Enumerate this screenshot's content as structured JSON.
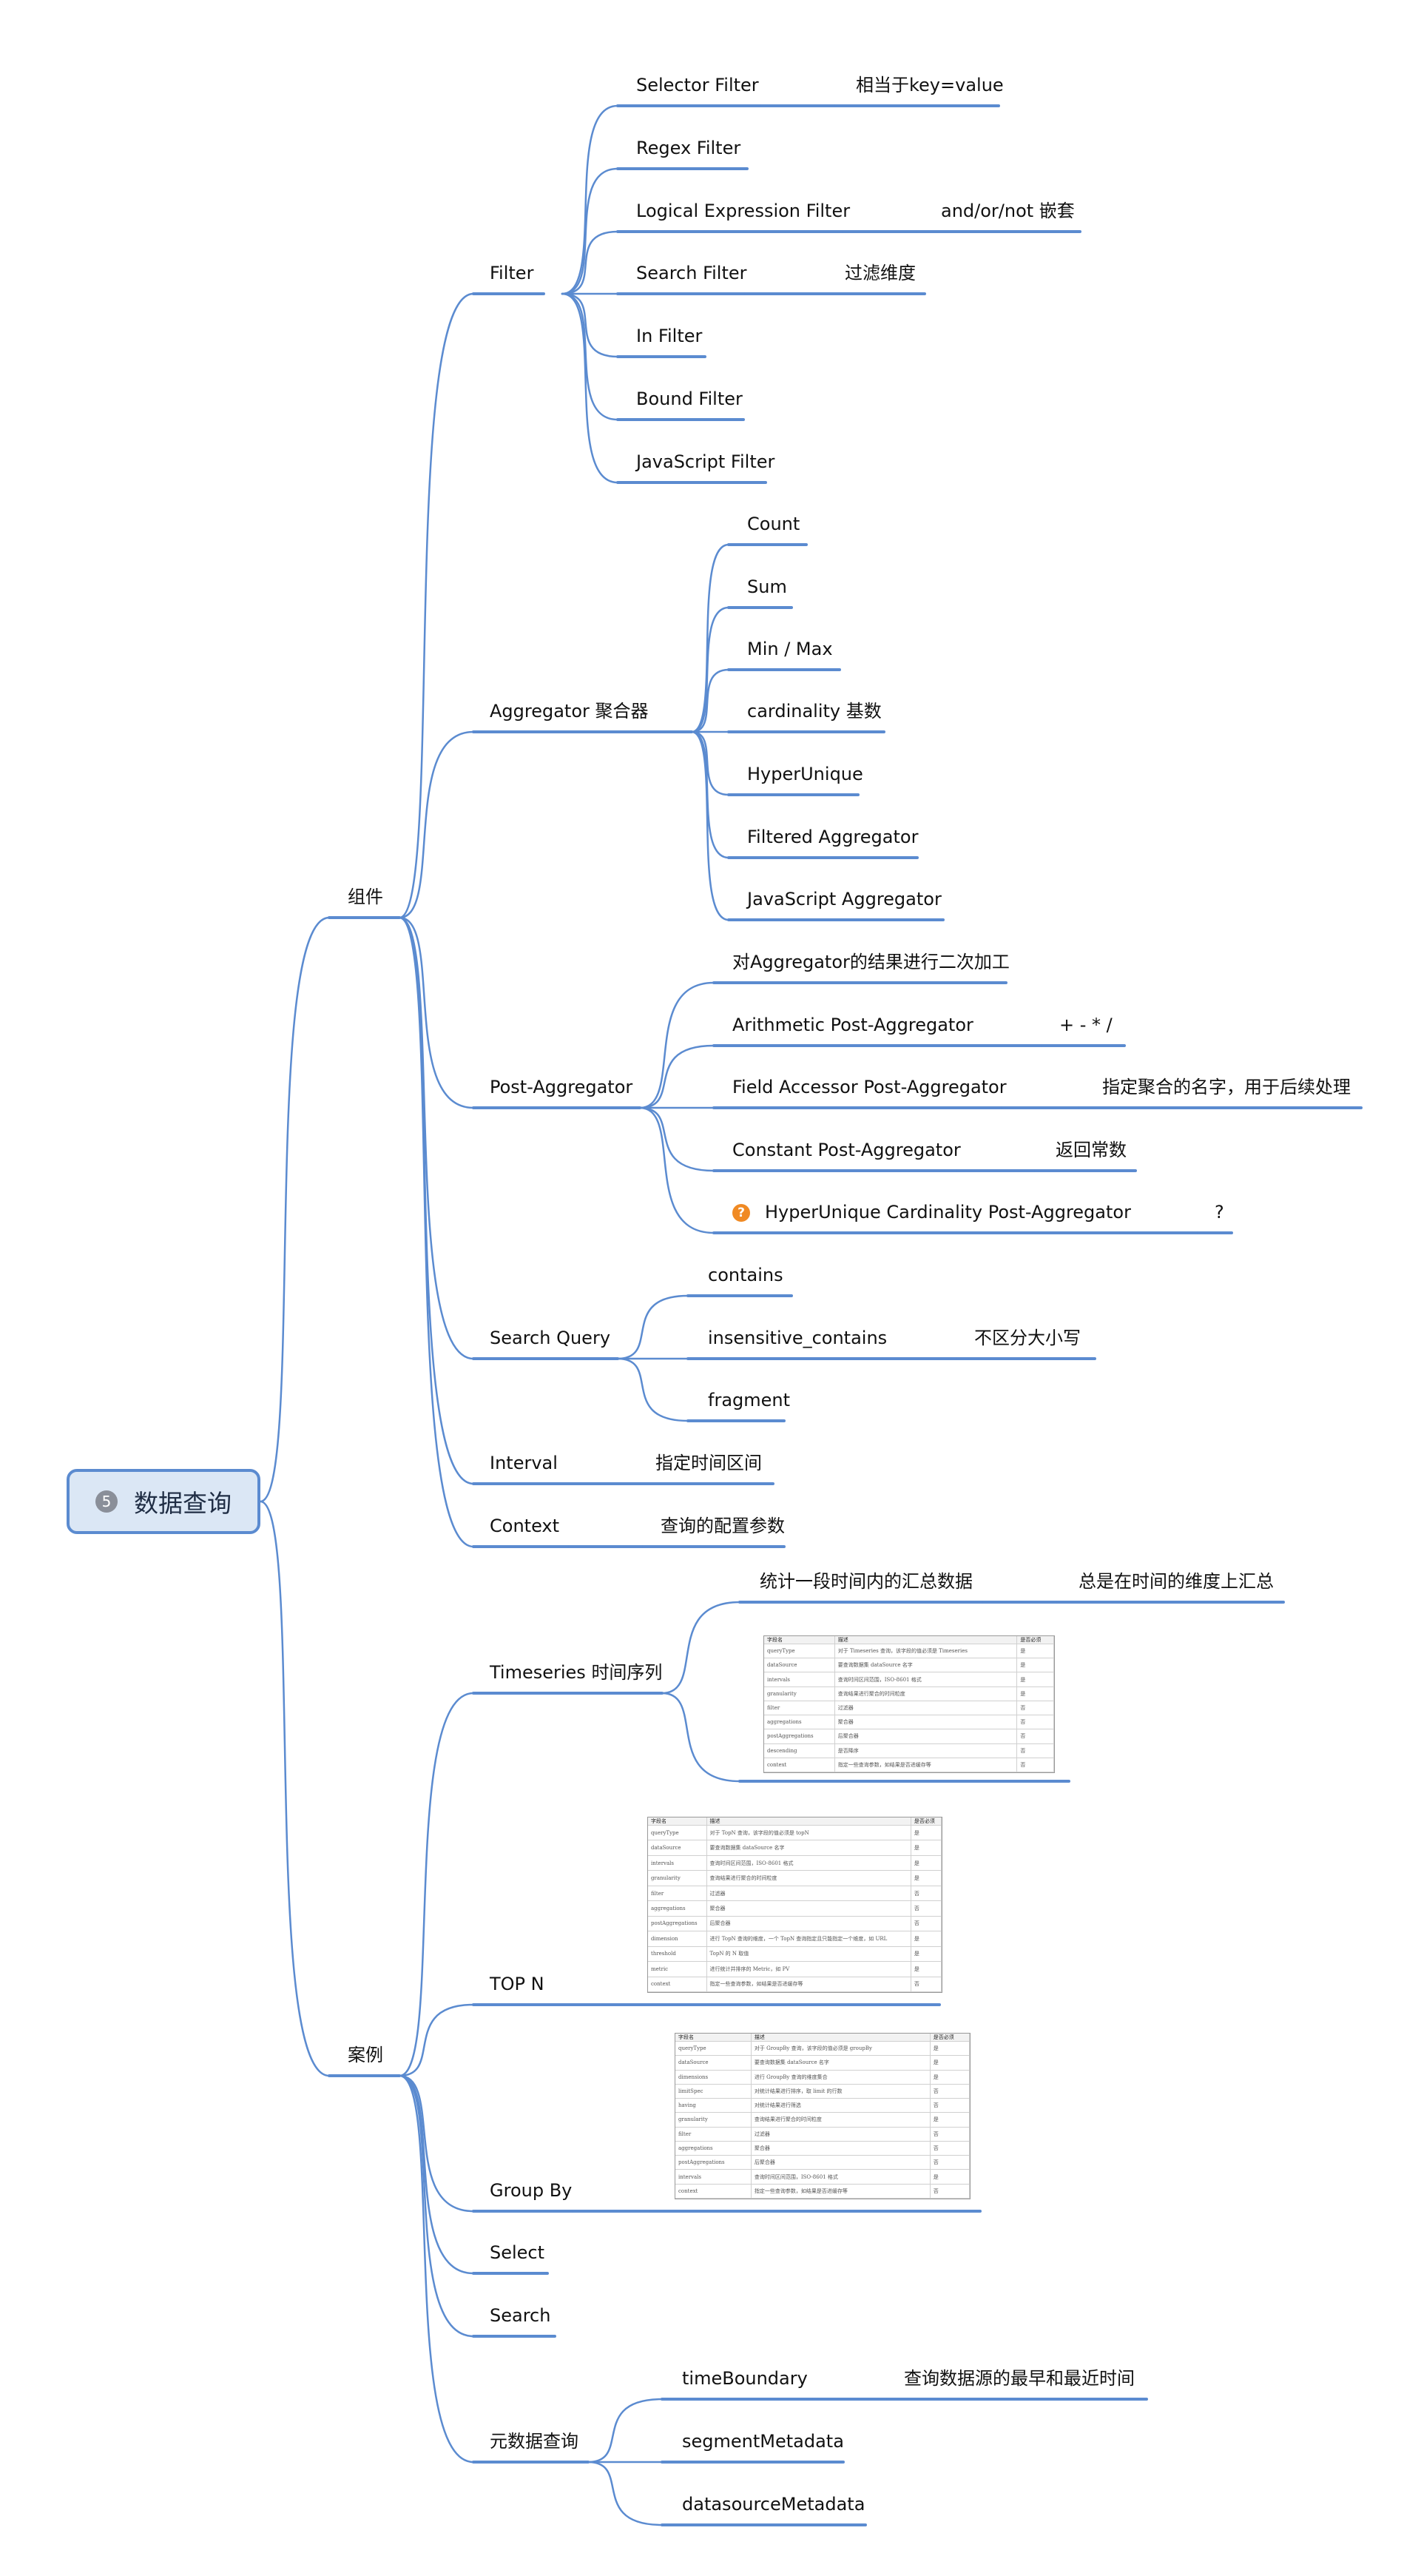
{
  "root": {
    "badge": "5",
    "label": "数据查询"
  },
  "components": {
    "label": "组件"
  },
  "filter": {
    "label": "Filter",
    "items": [
      {
        "label": "Selector Filter",
        "note": "相当于key=value"
      },
      {
        "label": "Regex Filter"
      },
      {
        "label": "Logical Expression Filter",
        "note": "and/or/not 嵌套"
      },
      {
        "label": "Search Filter",
        "note": "过滤维度"
      },
      {
        "label": "In Filter"
      },
      {
        "label": "Bound Filter"
      },
      {
        "label": "JavaScript Filter"
      }
    ]
  },
  "aggregator": {
    "label": "Aggregator 聚合器",
    "items": [
      "Count",
      "Sum",
      "Min / Max",
      "cardinality 基数",
      "HyperUnique",
      "Filtered Aggregator",
      "JavaScript Aggregator"
    ]
  },
  "post_aggregator": {
    "label": "Post-Aggregator",
    "items": [
      {
        "label": "对Aggregator的结果进行二次加工"
      },
      {
        "label": "Arithmetic Post-Aggregator",
        "note": "+ - * /"
      },
      {
        "label": "Field Accessor Post-Aggregator",
        "note": "指定聚合的名字，用于后续处理"
      },
      {
        "label": "Constant Post-Aggregator",
        "note": "返回常数"
      },
      {
        "label": "HyperUnique Cardinality Post-Aggregator",
        "note": "?"
      }
    ]
  },
  "search_query": {
    "label": "Search Query",
    "items": [
      {
        "label": "contains"
      },
      {
        "label": "insensitive_contains",
        "note": "不区分大小写"
      },
      {
        "label": "fragment"
      }
    ]
  },
  "interval": {
    "label": "Interval",
    "note": "指定时间区间"
  },
  "context": {
    "label": "Context",
    "note": "查询的配置参数"
  },
  "cases": {
    "label": "案例"
  },
  "timeseries": {
    "label": "Timeseries 时间序列",
    "desc": "统计一段时间内的汇总数据",
    "note": "总是在时间的维度上汇总"
  },
  "topn": {
    "label": "TOP N"
  },
  "groupby": {
    "label": "Group By"
  },
  "select": {
    "label": "Select"
  },
  "search": {
    "label": "Search"
  },
  "metadata": {
    "label": "元数据查询",
    "items": [
      {
        "label": "timeBoundary",
        "note": "查询数据源的最早和最近时间"
      },
      {
        "label": "segmentMetadata"
      },
      {
        "label": "datasourceMetadata"
      }
    ]
  },
  "tables": {
    "header": [
      "字段名",
      "描述",
      "是否必须"
    ],
    "timeseries": [
      [
        "queryType",
        "对于 Timeseries 查询，该字段的值必须是 Timeseries",
        "是"
      ],
      [
        "dataSource",
        "要查询数据集 dataSource 名字",
        "是"
      ],
      [
        "intervals",
        "查询时间区间范围，ISO-8601 格式",
        "是"
      ],
      [
        "granularity",
        "查询结果进行聚合的时间粒度",
        "是"
      ],
      [
        "filter",
        "过滤器",
        "否"
      ],
      [
        "aggregations",
        "聚合器",
        "否"
      ],
      [
        "postAggregations",
        "后聚合器",
        "否"
      ],
      [
        "descending",
        "是否降序",
        "否"
      ],
      [
        "context",
        "指定一些查询参数，如结果是否进缓存等",
        "否"
      ]
    ],
    "topn": [
      [
        "queryType",
        "对于 TopN 查询，该字段的值必须是 topN",
        "是"
      ],
      [
        "dataSource",
        "要查询数据集 dataSource 名字",
        "是"
      ],
      [
        "intervals",
        "查询时间区间范围，ISO-8601 格式",
        "是"
      ],
      [
        "granularity",
        "查询结果进行聚合的时间粒度",
        "是"
      ],
      [
        "filter",
        "过滤器",
        "否"
      ],
      [
        "aggregations",
        "聚合器",
        "否"
      ],
      [
        "postAggregations",
        "后聚合器",
        "否"
      ],
      [
        "dimension",
        "进行 TopN 查询的维度，一个 TopN 查询指定且只能指定一个维度，如 URL",
        "是"
      ],
      [
        "threshold",
        "TopN 的 N 取值",
        "是"
      ],
      [
        "metric",
        "进行统计并排序的 Metric，如 PV",
        "是"
      ],
      [
        "context",
        "指定一些查询参数，如结果是否进缓存等",
        "否"
      ]
    ],
    "groupby": [
      [
        "queryType",
        "对于 GroupBy 查询，该字段的值必须是 groupBy",
        "是"
      ],
      [
        "dataSource",
        "要查询数据集 dataSource 名字",
        "是"
      ],
      [
        "dimensions",
        "进行 GroupBy 查询的维度集合",
        "是"
      ],
      [
        "limitSpec",
        "对统计结果进行排序，取 limit 的行数",
        "否"
      ],
      [
        "having",
        "对统计结果进行筛选",
        "否"
      ],
      [
        "granularity",
        "查询结果进行聚合的时间粒度",
        "是"
      ],
      [
        "filter",
        "过滤器",
        "否"
      ],
      [
        "aggregations",
        "聚合器",
        "否"
      ],
      [
        "postAggregations",
        "后聚合器",
        "否"
      ],
      [
        "intervals",
        "查询时间区间范围，ISO-8601 格式",
        "是"
      ],
      [
        "context",
        "指定一些查询参数，如结果是否进缓存等",
        "否"
      ]
    ]
  },
  "colors": {
    "line": "#5b8bd0",
    "root_fill": "#dbe7f5",
    "root_border": "#5b8bd0",
    "badge": "#8a8f99",
    "question": "#f08a24"
  }
}
